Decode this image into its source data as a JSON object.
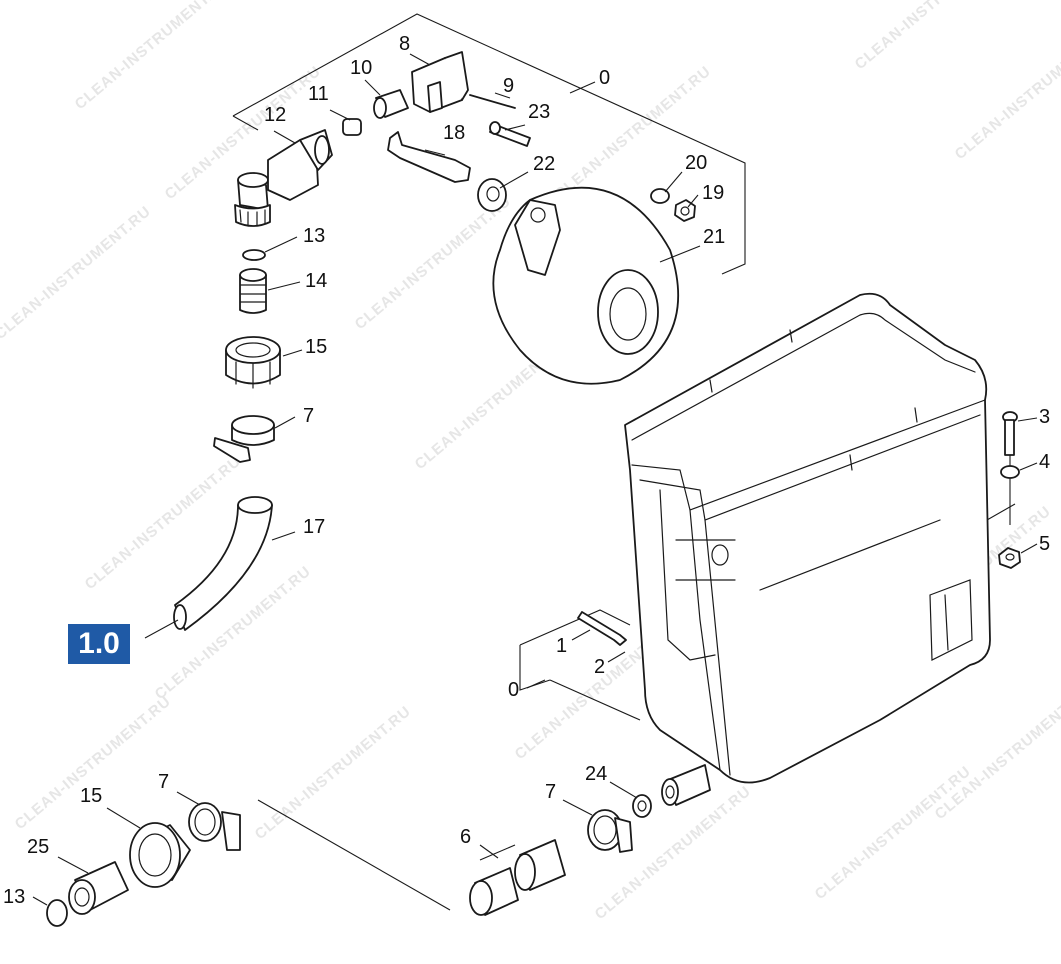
{
  "watermark": "CLEAN-INSTRUMENT.RU",
  "section_badge": {
    "text": "1.0",
    "color": "#1f5aa6"
  },
  "part_labels": {
    "p0_top": "0",
    "p8": "8",
    "p9": "9",
    "p10": "10",
    "p11": "11",
    "p12": "12",
    "p18": "18",
    "p23": "23",
    "p22": "22",
    "p20": "20",
    "p19": "19",
    "p21": "21",
    "p13_top": "13",
    "p14": "14",
    "p15_top": "15",
    "p7_top": "7",
    "p17": "17",
    "p3": "3",
    "p4": "4",
    "p5": "5",
    "p1": "1",
    "p2": "2",
    "p0_bottom": "0",
    "p24": "24",
    "p7_mid": "7",
    "p6": "6",
    "p15_bottom": "15",
    "p7_bottom": "7",
    "p25": "25",
    "p13_bottom": "13"
  }
}
